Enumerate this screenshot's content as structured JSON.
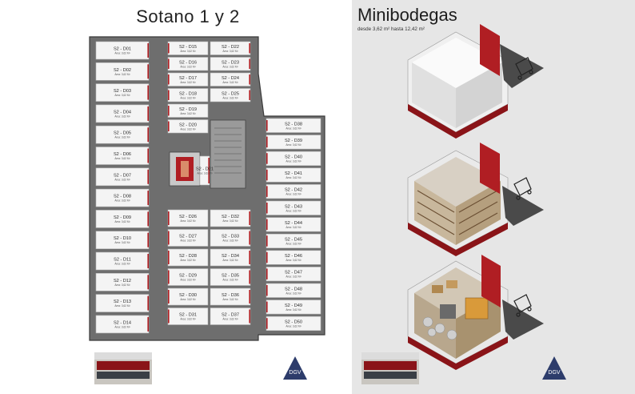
{
  "left": {
    "title": "Sotano 1 y 2",
    "units_left": [
      {
        "id": "S2 - D01",
        "area": "Área: 3,62 M²"
      },
      {
        "id": "S2 - D02",
        "area": "Área: 3,62 M²"
      },
      {
        "id": "S2 - D03",
        "area": "Área: 3,62 M²"
      },
      {
        "id": "S2 - D04",
        "area": "Área: 3,62 M²"
      },
      {
        "id": "S2 - D05",
        "area": "Área: 3,62 M²"
      },
      {
        "id": "S2 - D06",
        "area": "Área: 3,62 M²"
      },
      {
        "id": "S2 - D07",
        "area": "Área: 3,62 M²"
      },
      {
        "id": "S2 - D08",
        "area": "Área: 3,62 M²"
      },
      {
        "id": "S2 - D09",
        "area": "Área: 3,62 M²"
      },
      {
        "id": "S2 - D10",
        "area": "Área: 3,62 M²"
      },
      {
        "id": "S2 - D11",
        "area": "Área: 3,62 M²"
      },
      {
        "id": "S2 - D12",
        "area": "Área: 3,62 M²"
      },
      {
        "id": "S2 - D13",
        "area": "Área: 3,62 M²"
      },
      {
        "id": "S2 - D14",
        "area": "Área: 3,62 M²"
      }
    ],
    "units_mid_a": [
      {
        "id": "S2 - D15",
        "area": "Área: 3,62 M²"
      },
      {
        "id": "S2 - D16",
        "area": "Área: 3,62 M²"
      },
      {
        "id": "S2 - D17",
        "area": "Área: 3,62 M²"
      },
      {
        "id": "S2 - D18",
        "area": "Área: 3,62 M²"
      },
      {
        "id": "S2 - D19",
        "area": "Área: 3,62 M²"
      },
      {
        "id": "S2 - D20",
        "area": "Área: 3,62 M²"
      }
    ],
    "units_mid_b": [
      {
        "id": "S2 - D22",
        "area": "Área: 3,62 M²"
      },
      {
        "id": "S2 - D23",
        "area": "Área: 3,62 M²"
      },
      {
        "id": "S2 - D24",
        "area": "Área: 3,62 M²"
      },
      {
        "id": "S2 - D25",
        "area": "Área: 3,62 M²"
      }
    ],
    "unit_d21": {
      "id": "S2 - D21",
      "area": "Área: 3,62 M²"
    },
    "units_low_a": [
      {
        "id": "S2 - D26",
        "area": "Área: 3,62 M²"
      },
      {
        "id": "S2 - D27",
        "area": "Área: 3,62 M²"
      },
      {
        "id": "S2 - D28",
        "area": "Área: 3,62 M²"
      },
      {
        "id": "S2 - D29",
        "area": "Área: 3,62 M²"
      },
      {
        "id": "S2 - D30",
        "area": "Área: 3,62 M²"
      },
      {
        "id": "S2 - D31",
        "area": "Área: 3,62 M²"
      }
    ],
    "units_low_b": [
      {
        "id": "S2 - D32",
        "area": "Área: 3,62 M²"
      },
      {
        "id": "S2 - D33",
        "area": "Área: 3,62 M²"
      },
      {
        "id": "S2 - D34",
        "area": "Área: 3,62 M²"
      },
      {
        "id": "S2 - D35",
        "area": "Área: 3,62 M²"
      },
      {
        "id": "S2 - D36",
        "area": "Área: 3,62 M²"
      },
      {
        "id": "S2 - D37",
        "area": "Área: 3,62 M²"
      }
    ],
    "units_right": [
      {
        "id": "S2 - D38",
        "area": "Área: 3,62 M²"
      },
      {
        "id": "S2 - D39",
        "area": "Área: 3,62 M²"
      },
      {
        "id": "S2 - D40",
        "area": "Área: 3,62 M²"
      },
      {
        "id": "S2 - D41",
        "area": "Área: 3,62 M²"
      },
      {
        "id": "S2 - D42",
        "area": "Área: 3,62 M²"
      },
      {
        "id": "S2 - D43",
        "area": "Área: 3,62 M²"
      },
      {
        "id": "S2 - D44",
        "area": "Área: 3,62 M²"
      },
      {
        "id": "S2 - D45",
        "area": "Área: 3,62 M²"
      },
      {
        "id": "S2 - D46",
        "area": "Área: 3,62 M²"
      },
      {
        "id": "S2 - D47",
        "area": "Área: 3,62 M²"
      },
      {
        "id": "S2 - D48",
        "area": "Área: 3,62 M²"
      },
      {
        "id": "S2 - D49",
        "area": "Área: 3,62 M²"
      },
      {
        "id": "S2 - D50",
        "area": "Área: 3,62 M²"
      }
    ]
  },
  "right": {
    "title": "Minibodegas",
    "subtitle": "desde 3,62 m² hasta 12,42 m²"
  },
  "logo": {
    "text": "DGV",
    "color": "#2d3c6b"
  },
  "colors": {
    "accent_red": "#b01e23",
    "floor": "#6b6b6b",
    "panel_bg": "#e6e6e6"
  },
  "icons": [
    "building-thumbnail",
    "dgv-logo",
    "cart-icon"
  ]
}
